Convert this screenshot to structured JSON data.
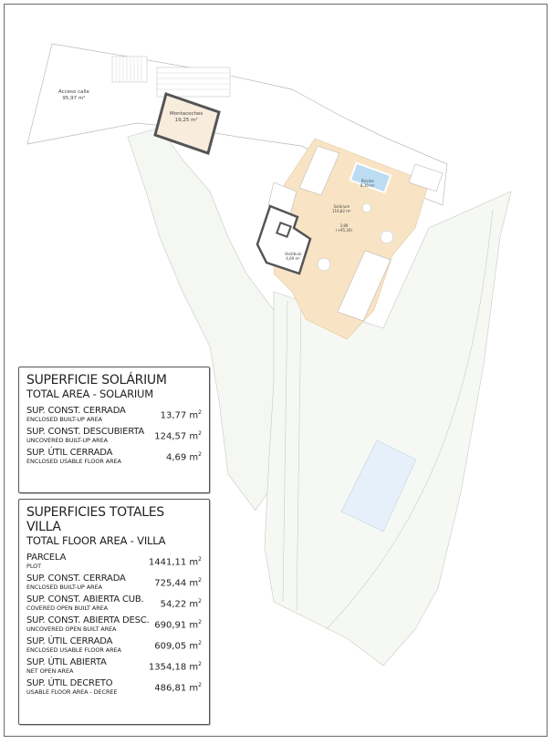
{
  "plan": {
    "labels": {
      "acceso": {
        "name": "Acceso calle",
        "area": "95,97 m²"
      },
      "montacoches": {
        "name": "Montacoches",
        "area": "19,25 m²"
      },
      "piscina": {
        "name": "Piscina",
        "area": "8,10 m²"
      },
      "solarium": {
        "name": "Solárium",
        "area": "116,82 m²"
      },
      "level": {
        "name": "3,89",
        "area": "(+95,30)"
      },
      "vestibulo": {
        "name": "Vestíbulo",
        "area": "4,69 m²"
      }
    },
    "colors": {
      "solarium_fill": "#f8e4c4",
      "pool_fill": "#bcdcf4",
      "garden_fill": "#f6f8f4",
      "wall": "#555555"
    }
  },
  "solarium_table": {
    "title": "SUPERFICIE SOLÁRIUM",
    "subtitle": "TOTAL AREA - SOLARIUM",
    "rows": [
      {
        "es": "SUP. CONST. CERRADA",
        "en": "ENCLOSED BUILT-UP AREA",
        "value": "13,77 m",
        "unit_sup": "2"
      },
      {
        "es": "SUP. CONST. DESCUBIERTA",
        "en": "UNCOVERED BUILT-UP AREA",
        "value": "124,57 m",
        "unit_sup": "2"
      },
      {
        "es": "SUP. ÚTIL CERRADA",
        "en": "ENCLOSED USABLE FLOOR AREA",
        "value": "4,69 m",
        "unit_sup": "2"
      }
    ]
  },
  "villa_table": {
    "title": "SUPERFICIES TOTALES VILLA",
    "subtitle": "TOTAL FLOOR AREA - VILLA",
    "rows": [
      {
        "es": "PARCELA",
        "en": "PLOT",
        "value": "1441,11 m",
        "unit_sup": "2"
      },
      {
        "es": "SUP. CONST. CERRADA",
        "en": "ENCLOSED BUILT-UP AREA",
        "value": "725,44 m",
        "unit_sup": "2"
      },
      {
        "es": "SUP. CONST. ABIERTA CUB.",
        "en": "COVERED OPEN BUILT AREA",
        "value": "54,22 m",
        "unit_sup": "2"
      },
      {
        "es": "SUP. CONST. ABIERTA DESC.",
        "en": "UNCOVERED OPEN BUILT AREA",
        "value": "690,91 m",
        "unit_sup": "2"
      },
      {
        "es": "SUP. ÚTIL CERRADA",
        "en": "ENCLOSED USABLE FLOOR AREA",
        "value": "609,05 m",
        "unit_sup": "2"
      },
      {
        "es": "SUP. ÚTIL ABIERTA",
        "en": "NET OPEN AREA",
        "value": "1354,18 m",
        "unit_sup": "2"
      },
      {
        "es": "SUP. ÚTIL DECRETO",
        "en": "USABLE FLOOR AREA - DECREE",
        "value": "486,81 m",
        "unit_sup": "2"
      }
    ]
  }
}
